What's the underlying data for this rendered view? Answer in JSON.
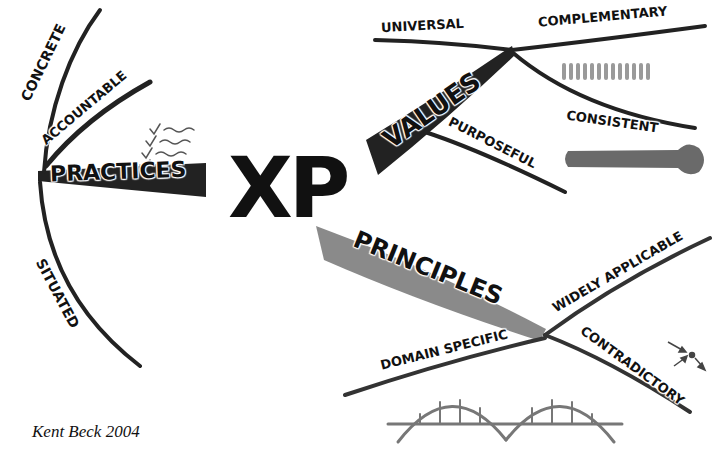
{
  "diagram": {
    "labels": [
      "UNIVERSAL",
      "COMPLEMENTARY",
      "CONCRETE",
      "ACCOUNTABLE",
      "VALUES",
      "CONSISTENT",
      "PRACTICES",
      "XP",
      "PURPOSEFUL",
      "PRINCIPLES",
      "WIDELY APPLICABLE",
      "DOMAIN SPECIFIC",
      "CONTRADICTORY",
      "SITUATED",
      "Kent Beck 2004"
    ]
  }
}
